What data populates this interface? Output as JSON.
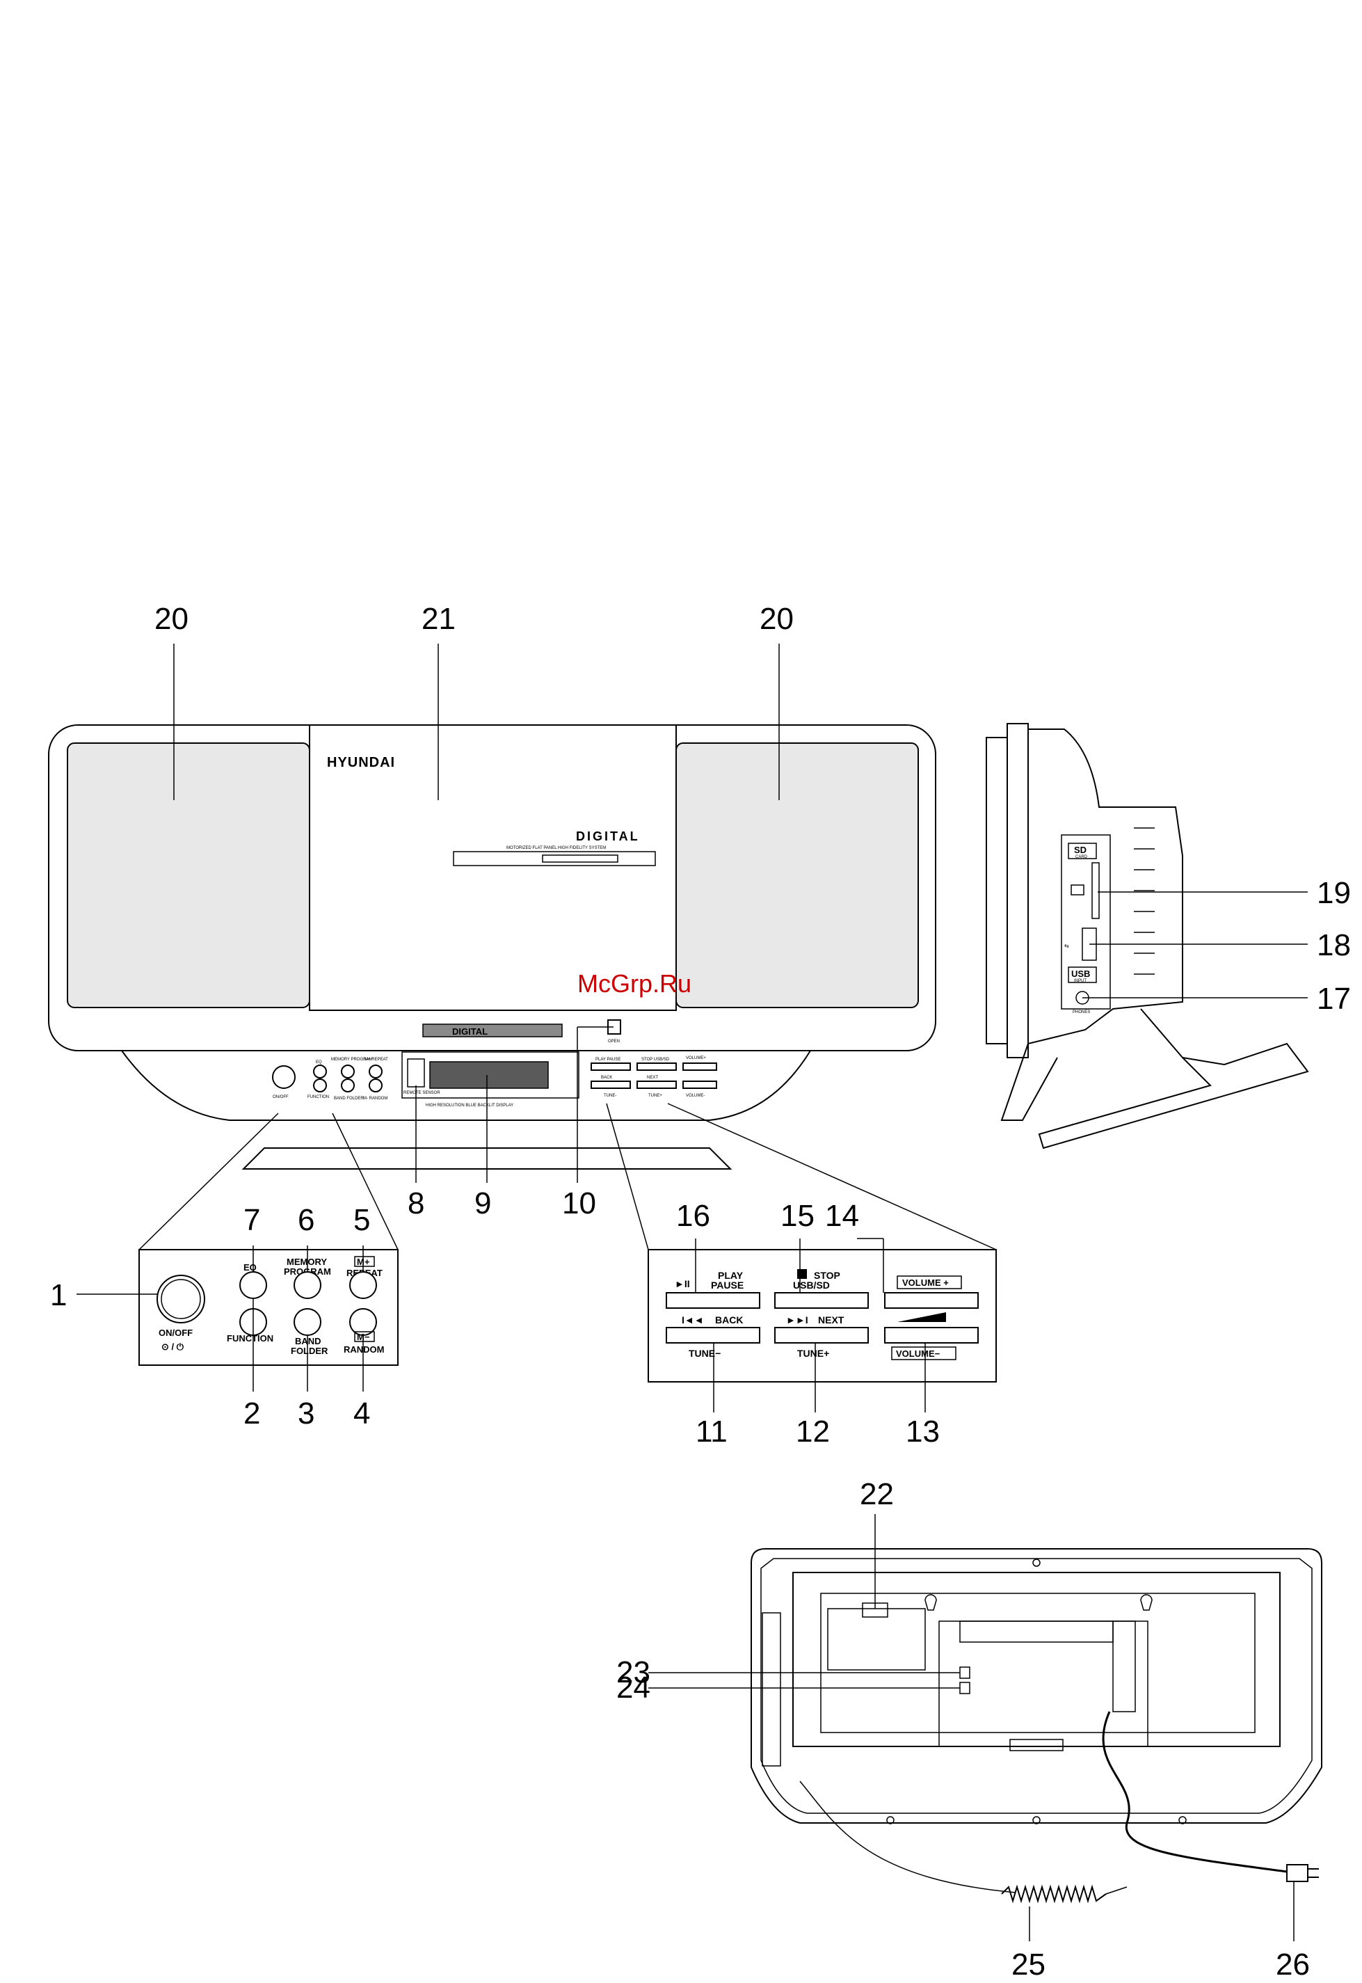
{
  "watermark": "McGrp.Ru",
  "brand": "HYUNDAI",
  "front": {
    "digital_title": "DIGITAL",
    "subtitle": "MOTORIZED FLAT PANEL HIGH FIDELITY SYSTEM",
    "digital_strip": "DIGITAL",
    "display_caption": "HIGH RESOLUTION BLUE BACKLIT DISPLAY",
    "open_label": "OPEN",
    "onoff_small": "ON/OFF",
    "function_small": "FUNCTION",
    "eq_small": "EQ",
    "memory_small": "MEMORY PROGRAM",
    "repeat_small": "M+ REPEAT",
    "band_small": "BAND FOLDER",
    "random_small": "M- RANDOM",
    "remote_small": "REMOTE SENSOR",
    "play_small": "PLAY PAUSE",
    "stop_small": "STOP USB/SD",
    "back_small": "BACK",
    "next_small": "NEXT",
    "tune_minus_small": "TUNE-",
    "tune_plus_small": "TUNE+",
    "volume_plus_small": "VOLUME+",
    "volume_minus_small": "VOLUME-"
  },
  "left_panel": {
    "eq": "EQ",
    "memory": "MEMORY",
    "program": "PROGRAM",
    "mplus": "M+",
    "repeat": "REPEAT",
    "onoff": "ON/OFF",
    "onoff_symbols": "⊙ / ⏻",
    "function": "FUNCTION",
    "band": "BAND",
    "folder": "FOLDER",
    "mminus": "M−",
    "random": "RANDOM"
  },
  "right_panel": {
    "play": "PLAY",
    "pause": "PAUSE",
    "stop": "STOP",
    "usbsd": "USB/SD",
    "volume_plus": "VOLUME +",
    "back": "BACK",
    "next": "NEXT",
    "tune_minus": "TUNE−",
    "tune_plus": "TUNE+",
    "volume_minus": "VOLUME−"
  },
  "side": {
    "sd_label": "SD",
    "sd_sub": "CARD",
    "usb_label": "USB",
    "usb_sub": "INPUT",
    "phones_label": "PHONES"
  },
  "callouts": {
    "c1": "1",
    "c2": "2",
    "c3": "3",
    "c4": "4",
    "c5": "5",
    "c6": "6",
    "c7": "7",
    "c8": "8",
    "c9": "9",
    "c10": "10",
    "c11": "11",
    "c12": "12",
    "c13": "13",
    "c14": "14",
    "c15": "15",
    "c16": "16",
    "c17": "17",
    "c18": "18",
    "c19": "19",
    "c20a": "20",
    "c20b": "20",
    "c21": "21",
    "c22": "22",
    "c23": "23",
    "c24": "24",
    "c25": "25",
    "c26": "26"
  },
  "colors": {
    "line": "#000000",
    "grille": "#e8e8e8",
    "display": "#5a5a5a",
    "watermark": "#cc0000"
  }
}
